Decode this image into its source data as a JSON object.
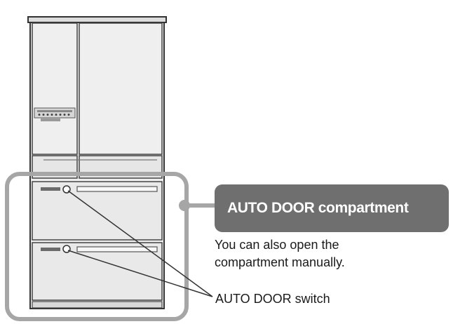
{
  "callout": {
    "title": "AUTO DOOR compartment",
    "note_line1": "You can also open the",
    "note_line2": "compartment manually."
  },
  "switch_label": "AUTO DOOR switch",
  "colors": {
    "highlight_frame": "#a6a6a6",
    "callout_fill": "#6f6f6f",
    "fridge_body": "#eeeeee",
    "outline": "#333333"
  }
}
